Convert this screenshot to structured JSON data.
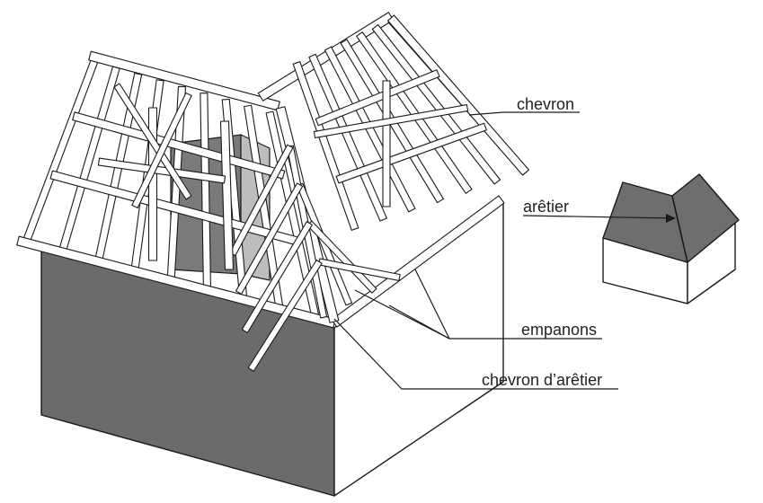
{
  "labels": {
    "chevron": "chevron",
    "aretier": "arêtier",
    "empanons": "empanons",
    "chevron_aretier": "chevron d’arêtier"
  },
  "colors": {
    "wall_dark": "#6b6b6b",
    "chimney": "#7a7a7a",
    "timber": "#ffffff",
    "line": "#1a1a1a",
    "small_roof": "#6e6e6e"
  }
}
